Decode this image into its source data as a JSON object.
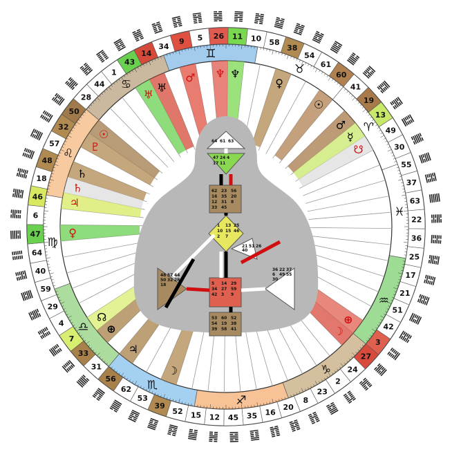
{
  "outer_gates": [
    "41",
    "19",
    "13",
    "49",
    "30",
    "55",
    "37",
    "63",
    "22",
    "36",
    "25",
    "17",
    "21",
    "51",
    "42",
    "3",
    "27",
    "24",
    "2",
    "23",
    "8",
    "20",
    "16",
    "35",
    "45",
    "12",
    "15",
    "52",
    "39",
    "53",
    "62",
    "56",
    "31",
    "33",
    "7",
    "4",
    "29",
    "59",
    "40",
    "64",
    "47",
    "6",
    "46",
    "18",
    "48",
    "57",
    "32",
    "50",
    "28",
    "44",
    "1",
    "43",
    "14",
    "34",
    "9",
    "5",
    "26",
    "11",
    "10",
    "58",
    "38",
    "54",
    "61",
    "60"
  ],
  "gate_highlights": {
    "13": "#c8e86a",
    "3": "#e06050",
    "27": "#d84a3c",
    "19": "#a87a4a",
    "60": "#b08050",
    "38": "#b08a50",
    "11": "#7ad850",
    "26": "#e05a50",
    "9": "#e05040",
    "14": "#d64a3a",
    "43": "#6ad050",
    "50": "#a07a4a",
    "32": "#b08a50",
    "48": "#b08a50",
    "46": "#d8e860",
    "47": "#6ad050",
    "7": "#d8ee70",
    "33": "#a8804a",
    "56": "#a8804a",
    "39": "#b08a50"
  },
  "zodiac": [
    {
      "sign": "taurus",
      "glyph": "♉"
    },
    {
      "sign": "aries",
      "glyph": "♈"
    },
    {
      "sign": "pisces",
      "glyph": "♓"
    },
    {
      "sign": "aquarius",
      "glyph": "♒"
    },
    {
      "sign": "capricorn",
      "glyph": "♑"
    },
    {
      "sign": "sagittarius",
      "glyph": "♐"
    },
    {
      "sign": "scorpio",
      "glyph": "♏"
    },
    {
      "sign": "libra",
      "glyph": "♎"
    },
    {
      "sign": "virgo",
      "glyph": "♍"
    },
    {
      "sign": "leo",
      "glyph": "♌"
    },
    {
      "sign": "cancer",
      "glyph": "♋"
    },
    {
      "sign": "gemini",
      "glyph": "♊"
    }
  ],
  "planet_spokes": [
    {
      "gate": "11",
      "glyph": "♆",
      "color": "#000000"
    },
    {
      "gate": "26",
      "glyph": "♆",
      "color": "#d01010"
    },
    {
      "gate": "9",
      "glyph": "♂",
      "color": "#d01010"
    },
    {
      "gate": "14",
      "glyph": "♅",
      "color": "#000000"
    },
    {
      "gate": "43",
      "glyph": "♅",
      "color": "#d01010"
    },
    {
      "gate": "50",
      "glyph": "☉",
      "color": "#d01010"
    },
    {
      "gate": "32",
      "glyph": "♇",
      "color": "#d01010"
    },
    {
      "gate": "48",
      "glyph": "♄",
      "color": "#000000"
    },
    {
      "gate": "18",
      "glyph": "♄",
      "color": "#d01010"
    },
    {
      "gate": "46",
      "glyph": "♃",
      "color": "#d01010"
    },
    {
      "gate": "47",
      "glyph": "♀",
      "color": "#d01010"
    },
    {
      "gate": "7",
      "glyph": "☊",
      "color": "#000000"
    },
    {
      "gate": "33",
      "glyph": "⊕",
      "color": "#000000"
    },
    {
      "gate": "39",
      "glyph": "☽",
      "color": "#000000"
    },
    {
      "gate": "60",
      "glyph": "☉",
      "color": "#000000"
    },
    {
      "gate": "38",
      "glyph": "♀",
      "color": "#000000"
    },
    {
      "gate": "19",
      "glyph": "♂",
      "color": "#000000"
    },
    {
      "gate": "13",
      "glyph": "☿",
      "color": "#000000"
    },
    {
      "gate": "3",
      "glyph": "⊕",
      "color": "#d01010"
    },
    {
      "gate": "27",
      "glyph": "☽",
      "color": "#d01010"
    },
    {
      "gate": "49",
      "glyph": "☋",
      "color": "#d01010"
    },
    {
      "gate": "56",
      "glyph": "♃",
      "color": "#000000"
    }
  ],
  "bodygraph": {
    "head_gates": [
      "64",
      "61",
      "63"
    ],
    "ajna_gates": [
      "47",
      "24",
      "4",
      "17",
      "11"
    ],
    "throat_gates": [
      "62",
      "23",
      "56",
      "16",
      "35",
      "20",
      "12",
      "31",
      "8",
      "33",
      "45"
    ],
    "g_gates": [
      "1",
      "13",
      "25",
      "10",
      "15",
      "46",
      "2",
      "7"
    ],
    "ego_gates": [
      "21",
      "51",
      "26",
      "40"
    ],
    "spleen_gates": [
      "48",
      "57",
      "44",
      "50",
      "32",
      "28",
      "18"
    ],
    "sacral_gates": [
      "5",
      "14",
      "29",
      "34",
      "27",
      "59",
      "42",
      "3",
      "9"
    ],
    "solar_gates": [
      "36",
      "22",
      "37",
      "6",
      "49",
      "55",
      "30"
    ],
    "root_gates": [
      "53",
      "60",
      "52",
      "54",
      "19",
      "38",
      "39",
      "58",
      "41"
    ]
  }
}
